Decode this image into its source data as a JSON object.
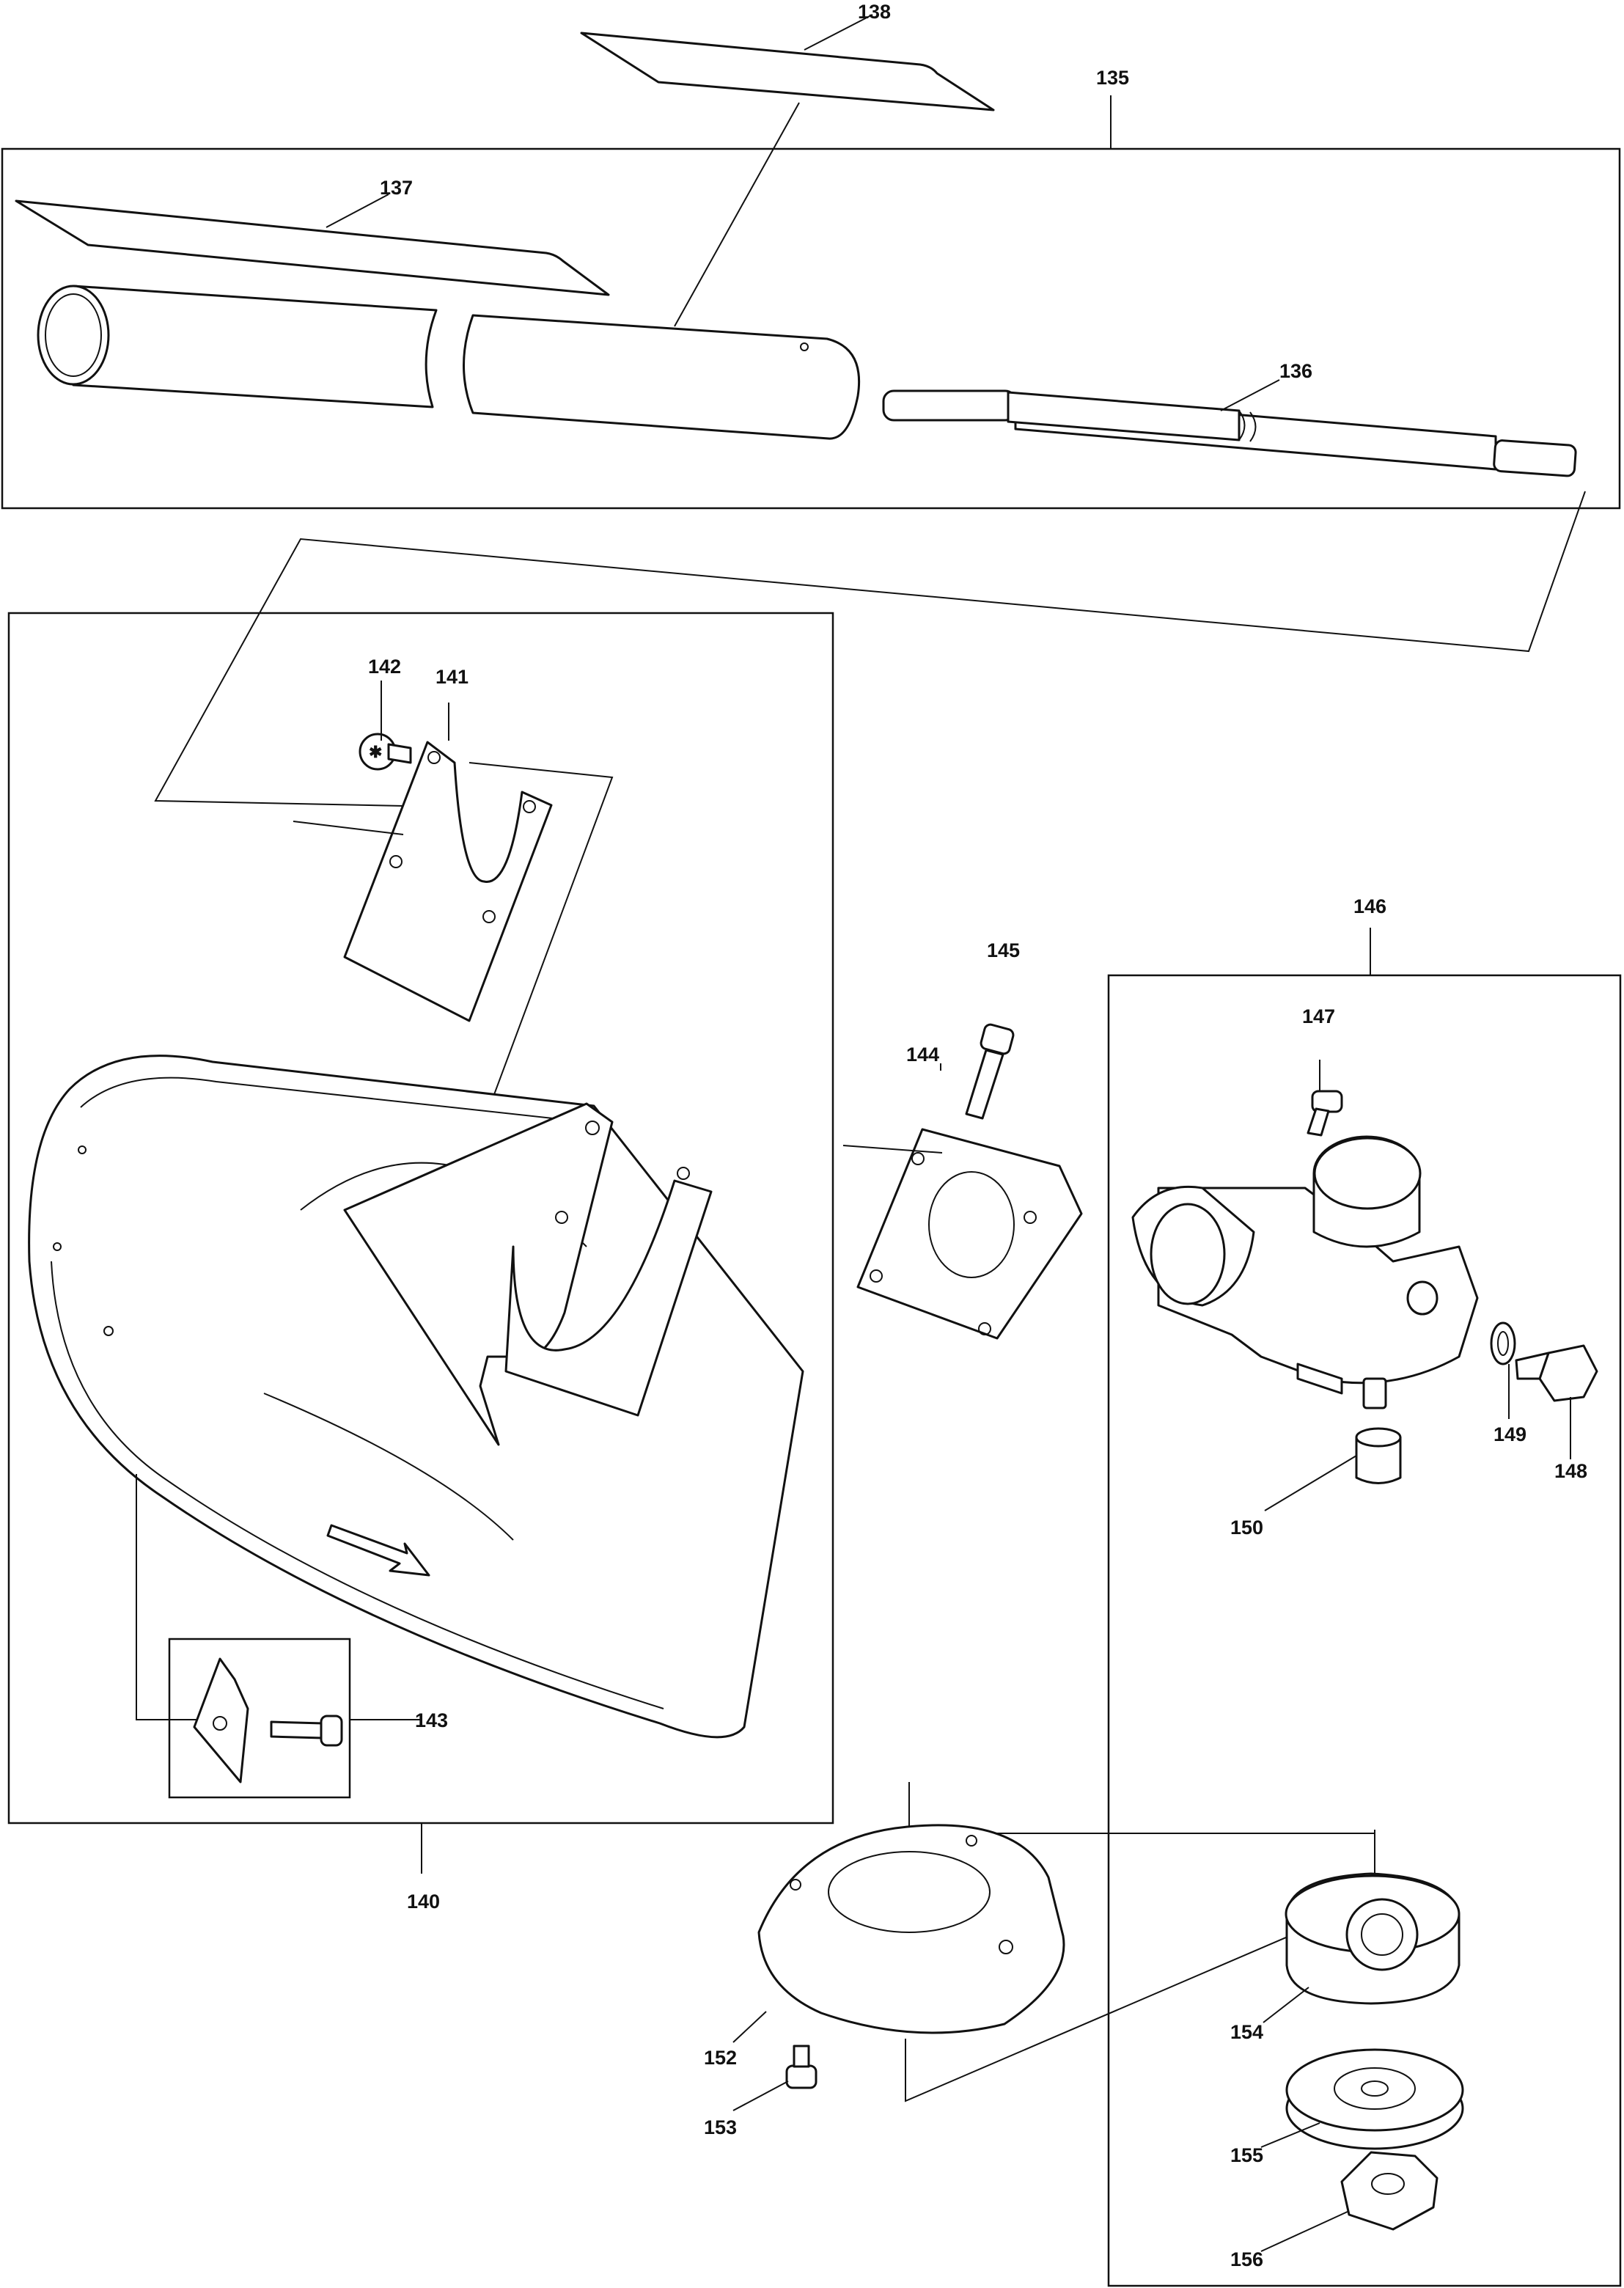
{
  "labels": {
    "p135": "135",
    "p136": "136",
    "p137": "137",
    "p138": "138",
    "p140": "140",
    "p141": "141",
    "p142": "142",
    "p143": "143",
    "p144": "144",
    "p145": "145",
    "p146": "146",
    "p147": "147",
    "p148": "148",
    "p149": "149",
    "p150": "150",
    "p152": "152",
    "p153": "153",
    "p154": "154",
    "p155": "155",
    "p156": "156"
  }
}
